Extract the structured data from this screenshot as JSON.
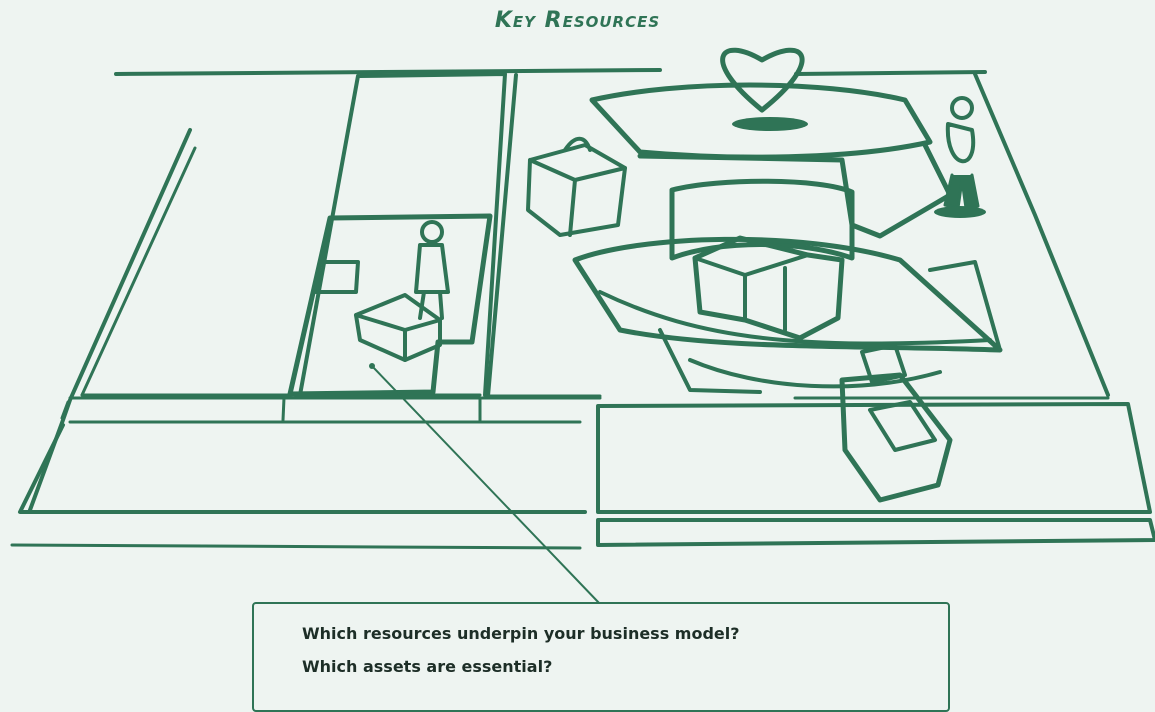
{
  "canvas": {
    "title": "Key Resources",
    "stroke_color": "#2f7456",
    "background_color": "#eef4f1"
  },
  "illustrations": [
    "heart-icon",
    "person-icon",
    "gift-box-icon",
    "cash-register-icon",
    "delivery-truck-icon",
    "person-with-boxes-icon"
  ],
  "callout": {
    "lines": [
      "Which resources underpin your business model?",
      "Which assets are essential?"
    ]
  }
}
